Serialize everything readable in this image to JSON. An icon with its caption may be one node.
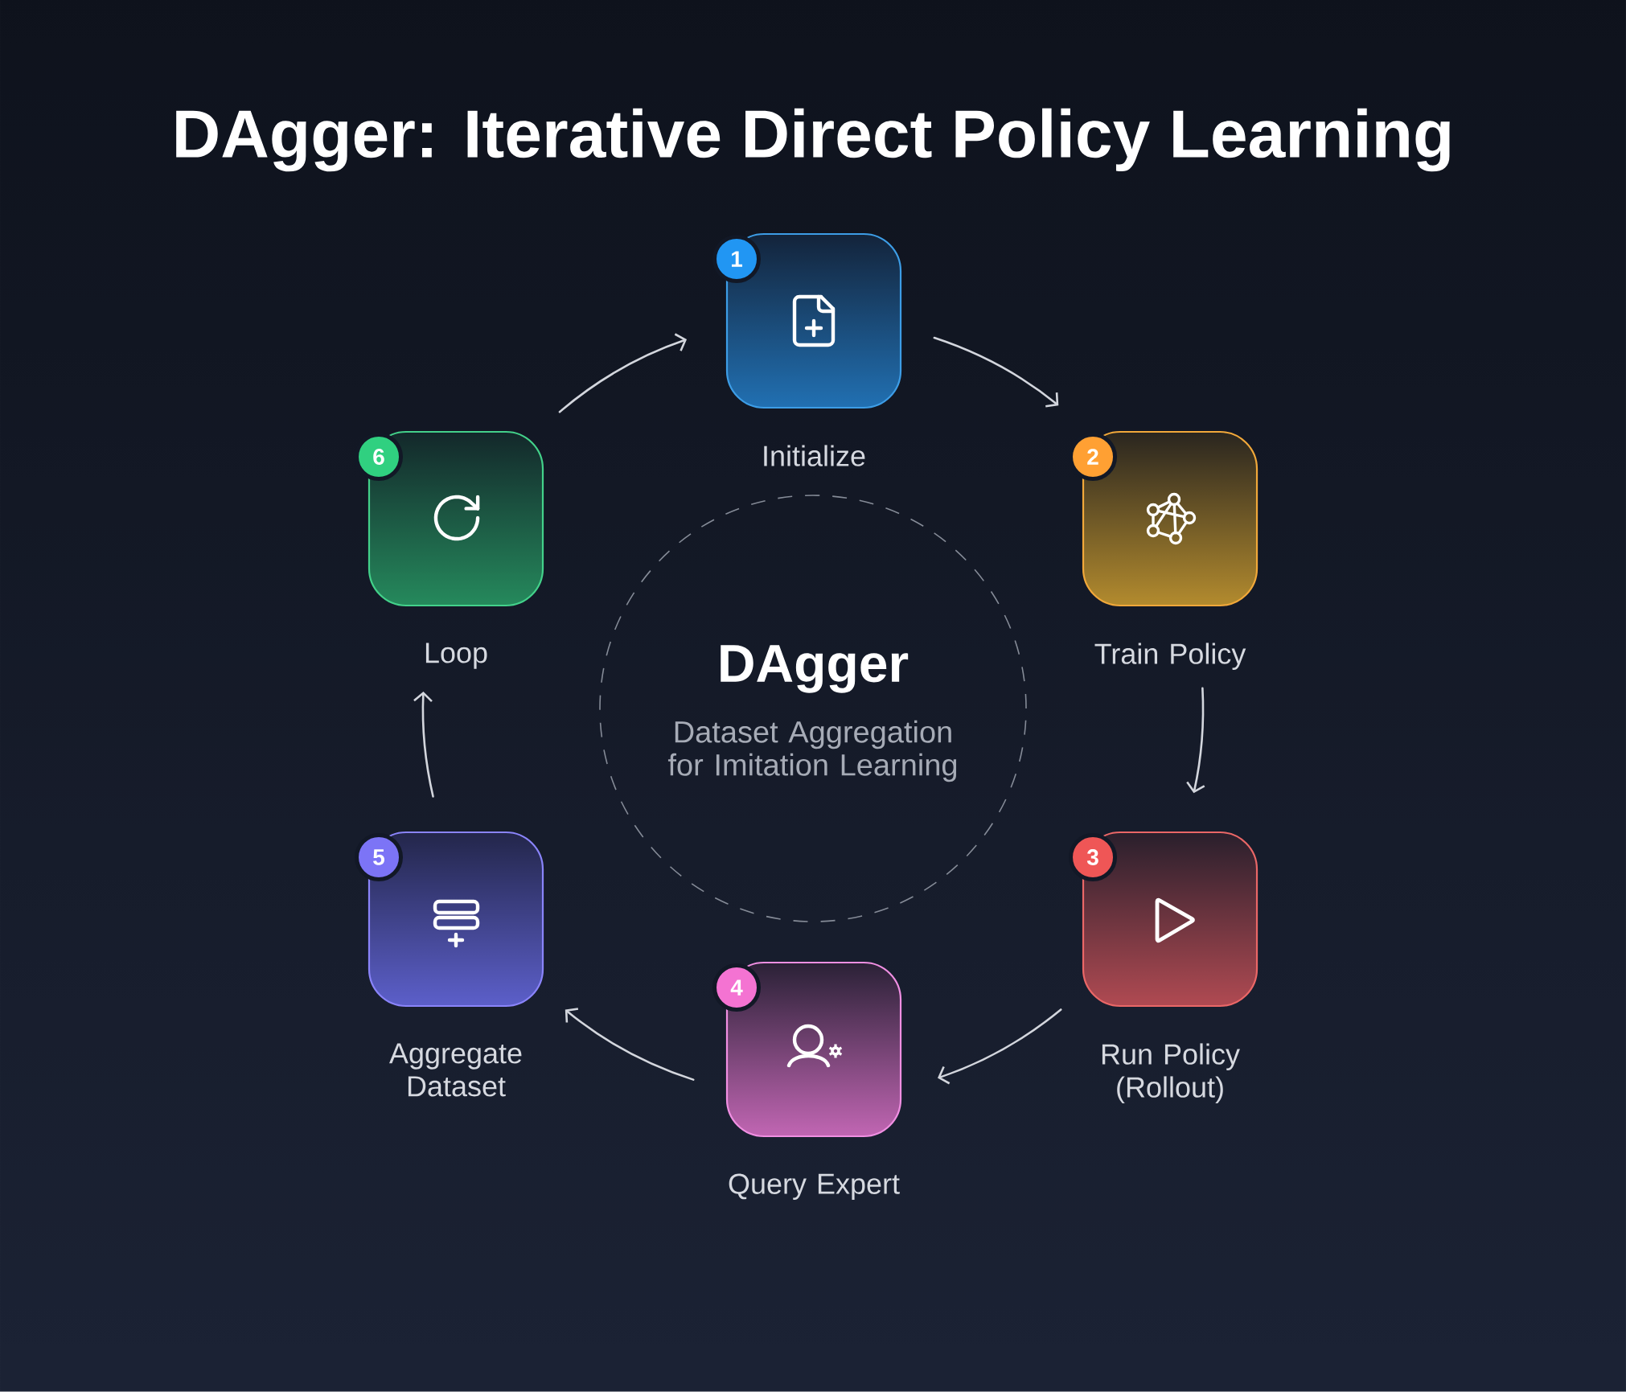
{
  "diagram": {
    "title": "DAgger: Iterative Direct Policy Learning",
    "nodes": [
      {
        "text": [
          "1",
          "Initialize"
        ]
      },
      {
        "text": [
          "2",
          "Train Policy"
        ]
      },
      {
        "text": [
          "3",
          "Run Policy (Rollout)"
        ]
      },
      {
        "text": [
          "4",
          "Query Expert"
        ]
      },
      {
        "text": [
          "5",
          "Aggregate Dataset"
        ]
      },
      {
        "text": [
          "6",
          "Loop"
        ]
      },
      {
        "text": [
          "DAgger",
          "Dataset Aggregation for Imitation Learning"
        ]
      }
    ],
    "edges": [
      {
        "from": 0,
        "to": 1,
        "arrow": "to"
      },
      {
        "from": 1,
        "to": 2,
        "arrow": "to"
      },
      {
        "from": 2,
        "to": 3,
        "arrow": "to"
      },
      {
        "from": 3,
        "to": 4,
        "arrow": "to"
      },
      {
        "from": 4,
        "to": 5,
        "arrow": "to"
      },
      {
        "from": 5,
        "to": 0,
        "arrow": "to"
      }
    ]
  }
}
